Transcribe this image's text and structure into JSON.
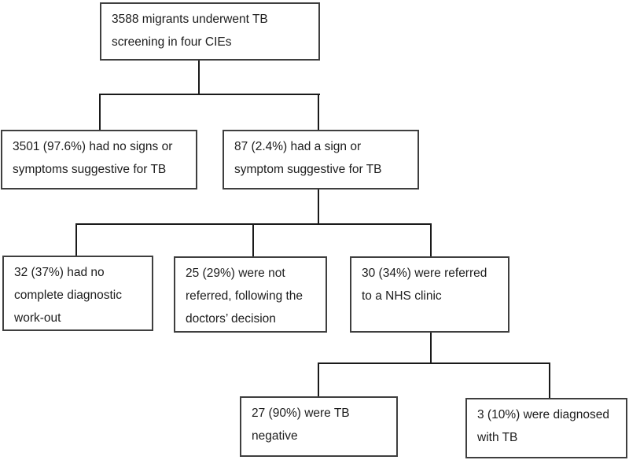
{
  "diagram": {
    "type": "flowchart",
    "background": "#ffffff",
    "box_border_color": "#3f3f3f",
    "connector_color": "#1a1a1a",
    "text_color": "#1c1c1c",
    "nodes": [
      {
        "id": "screened",
        "text": "3588 migrants underwent TB\nscreening in four CIEs"
      },
      {
        "id": "no-signs",
        "text": "3501 (97.6%) had no signs or\nsymptoms suggestive for TB"
      },
      {
        "id": "signs",
        "text": "87 (2.4%) had a sign or\nsymptom suggestive for TB"
      },
      {
        "id": "no-workout",
        "text": "32 (37%) had no\ncomplete diagnostic\nwork-out"
      },
      {
        "id": "not-referred",
        "text": "25 (29%) were not\nreferred, following the\ndoctors’ decision"
      },
      {
        "id": "referred",
        "text": "30 (34%) were referred\nto a NHS clinic"
      },
      {
        "id": "tb-negative",
        "text": "27 (90%) were TB\nnegative"
      },
      {
        "id": "tb-diagnosed",
        "text": "3 (10%) were diagnosed\nwith TB"
      }
    ],
    "edges": [
      {
        "from": "screened",
        "to": "no-signs"
      },
      {
        "from": "screened",
        "to": "signs"
      },
      {
        "from": "signs",
        "to": "no-workout"
      },
      {
        "from": "signs",
        "to": "not-referred"
      },
      {
        "from": "signs",
        "to": "referred"
      },
      {
        "from": "referred",
        "to": "tb-negative"
      },
      {
        "from": "referred",
        "to": "tb-diagnosed"
      }
    ]
  }
}
